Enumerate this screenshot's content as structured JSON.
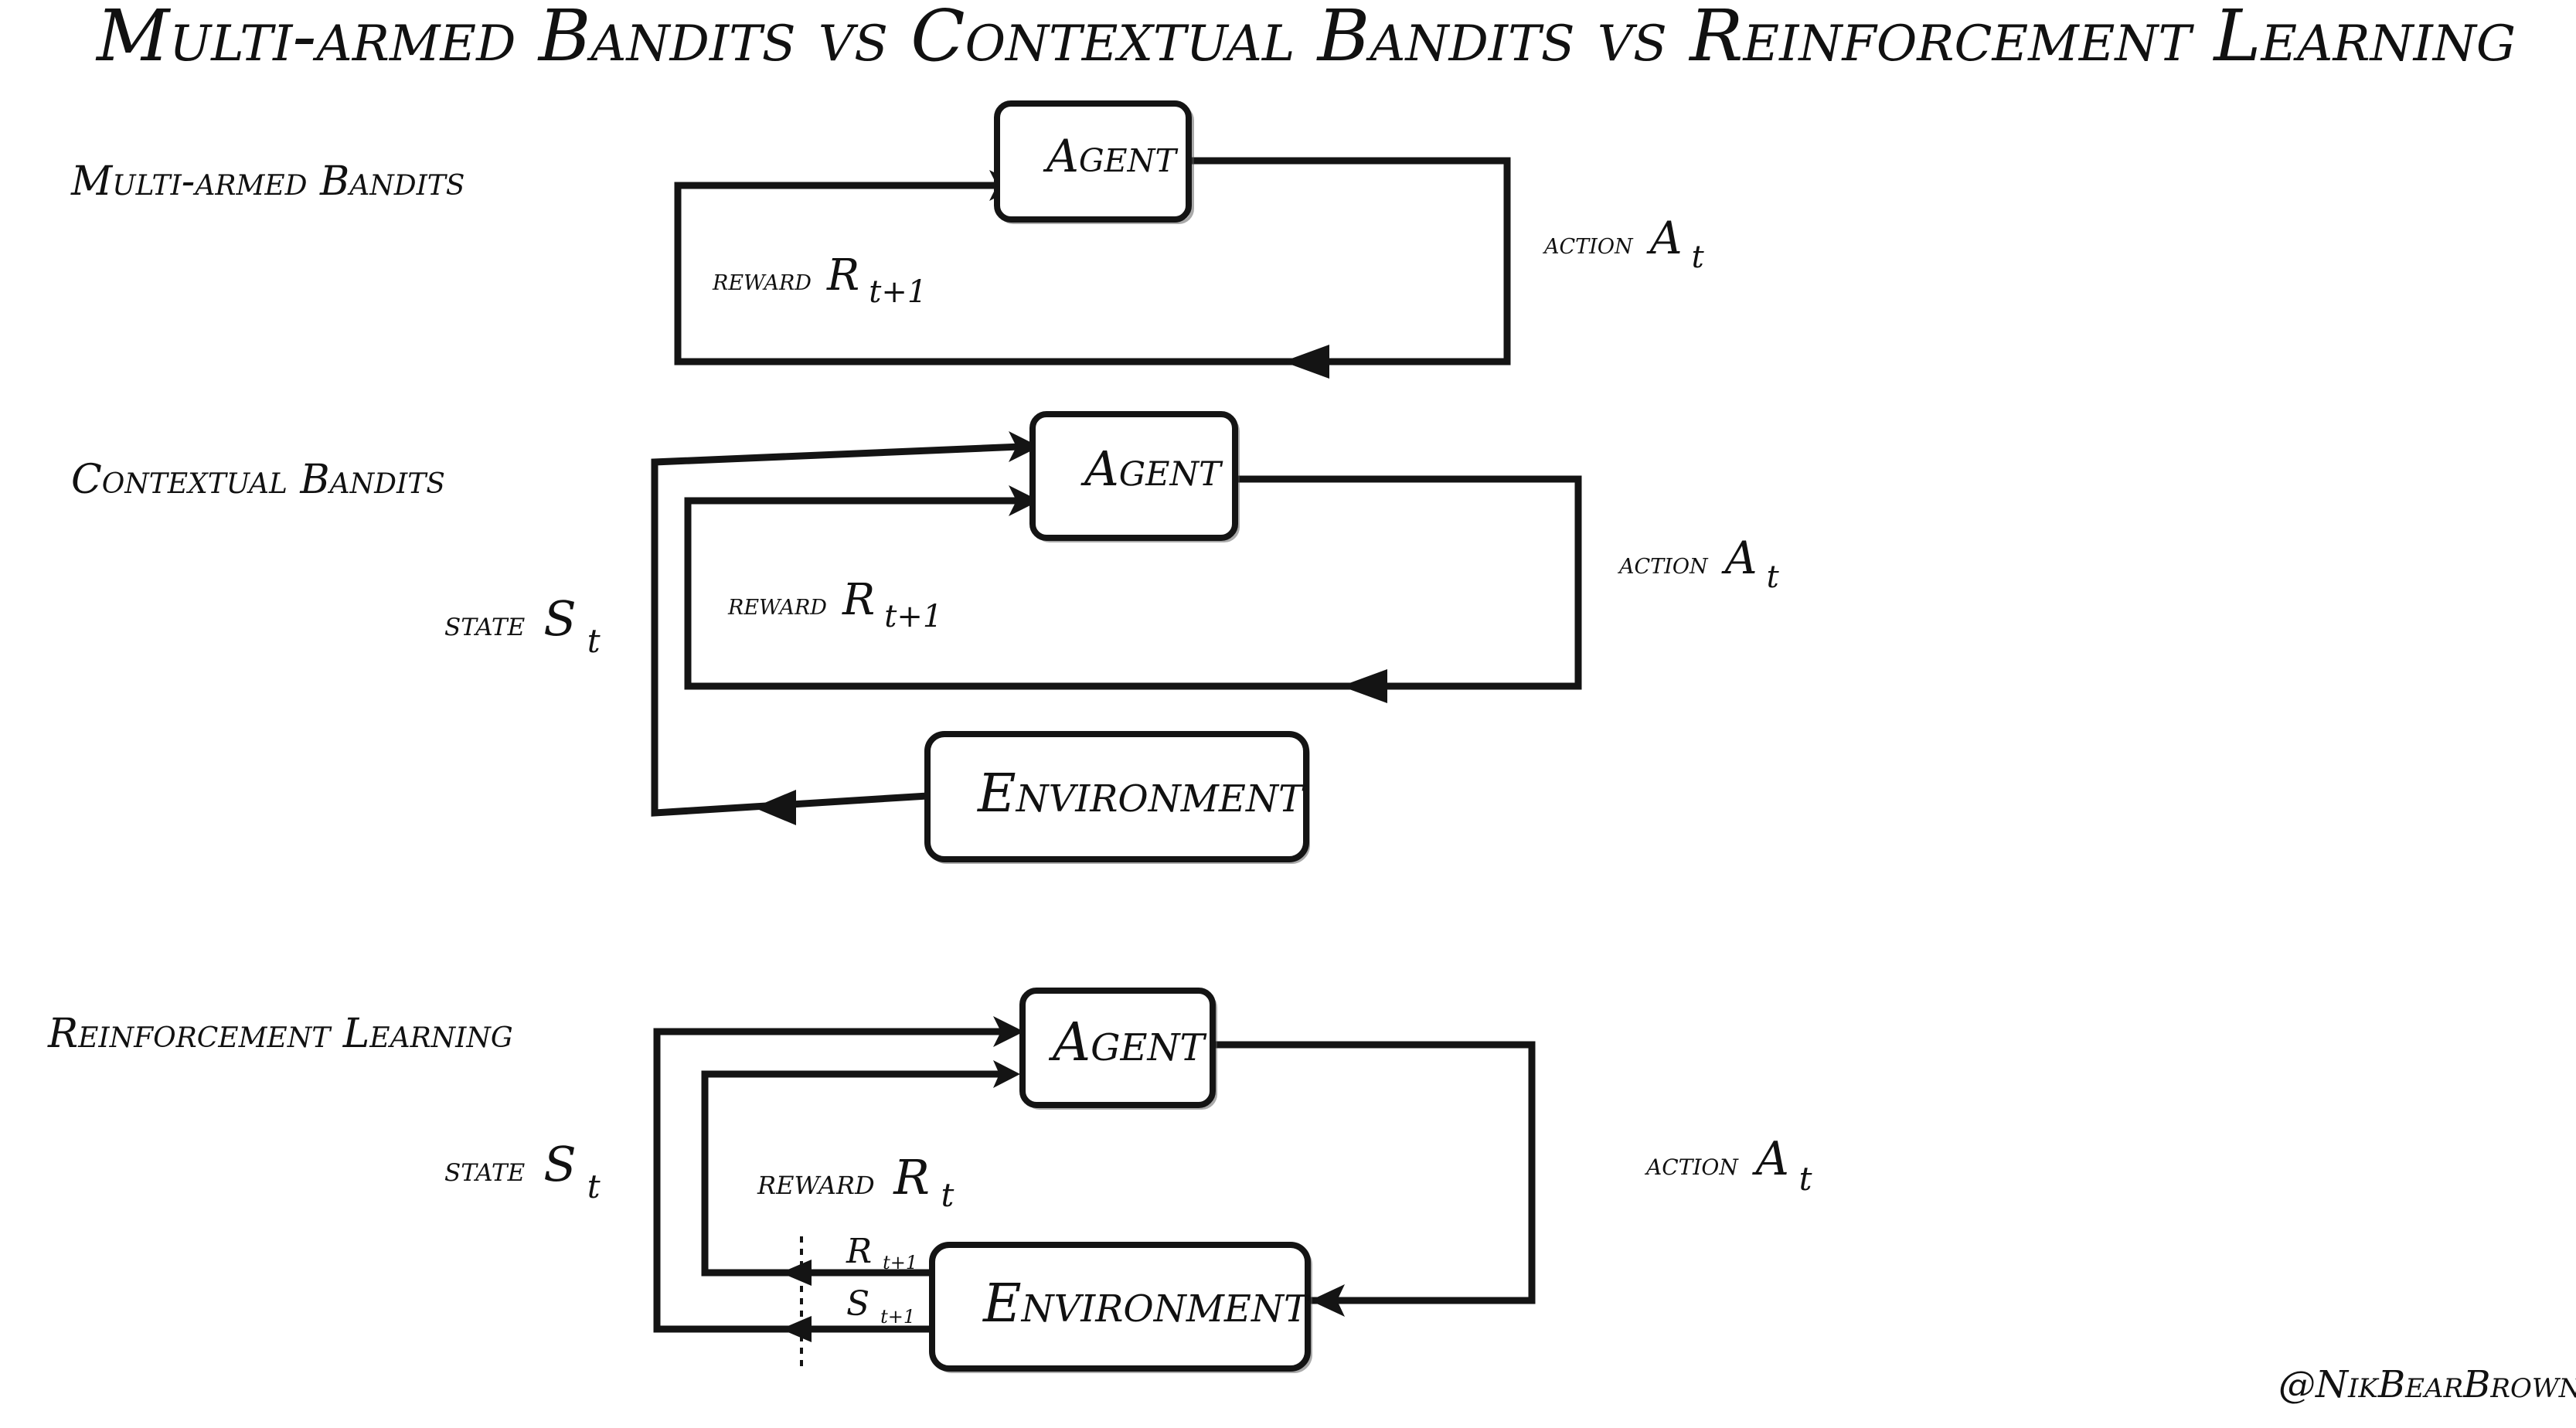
{
  "title": "Multi-armed Bandits vs Contextual Bandits vs Reinforcement Learning",
  "watermark": "@NikBearBrown",
  "sections": {
    "mab": {
      "label": "Multi-armed Bandits",
      "agent": "Agent",
      "action_word": "action",
      "action_symbol": "A",
      "action_sub": "t",
      "reward_word": "reward",
      "reward_symbol": "R",
      "reward_sub": "t+1"
    },
    "cb": {
      "label": "Contextual Bandits",
      "agent": "Agent",
      "environment": "Environment",
      "action_word": "action",
      "action_symbol": "A",
      "action_sub": "t",
      "reward_word": "reward",
      "reward_symbol": "R",
      "reward_sub": "t+1",
      "state_word": "state",
      "state_symbol": "S",
      "state_sub": "t"
    },
    "rl": {
      "label": "Reinforcement Learning",
      "agent": "Agent",
      "environment": "Environment",
      "action_word": "action",
      "action_symbol": "A",
      "action_sub": "t",
      "reward_word": "reward",
      "reward_symbol": "R",
      "reward_sub": "t",
      "state_word": "state",
      "state_symbol": "S",
      "state_sub": "t",
      "next_reward_symbol": "R",
      "next_reward_sub": "t+1",
      "next_state_symbol": "S",
      "next_state_sub": "t+1"
    }
  }
}
